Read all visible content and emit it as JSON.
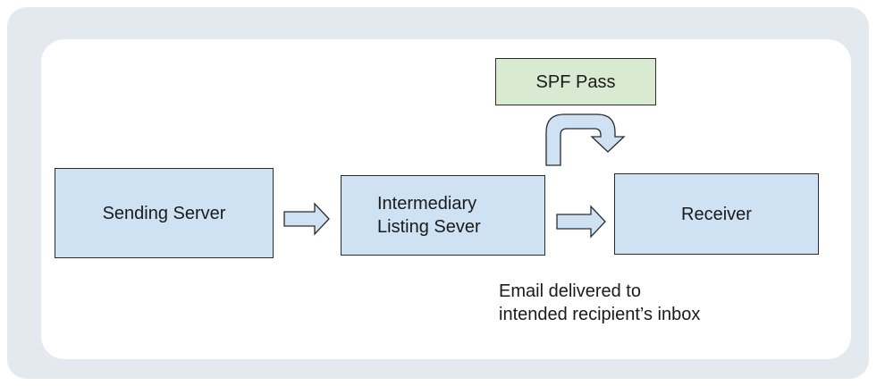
{
  "diagram": {
    "nodes": {
      "sending_server": "Sending Server",
      "intermediary": "Intermediary\nListing Sever",
      "receiver": "Receiver",
      "spf_pass": "SPF Pass"
    },
    "note": "Email delivered to\nintended recipient’s inbox"
  },
  "colors": {
    "server_box_fill": "#cfe2f3",
    "spf_box_fill": "#d9ead3",
    "frame_background": "#e4e9f0"
  }
}
